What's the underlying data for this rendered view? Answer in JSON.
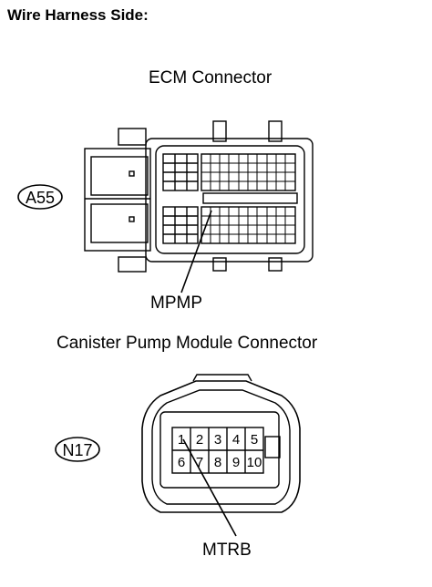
{
  "header": {
    "title": "Wire Harness Side:"
  },
  "ecm": {
    "title": "ECM Connector",
    "code": "A55",
    "pin_label": "MPMP"
  },
  "canister": {
    "title": "Canister Pump Module Connector",
    "code": "N17",
    "pin_label": "MTRB",
    "pins_top": [
      "1",
      "2",
      "3",
      "4",
      "5"
    ],
    "pins_bottom": [
      "6",
      "7",
      "8",
      "9",
      "10"
    ]
  }
}
